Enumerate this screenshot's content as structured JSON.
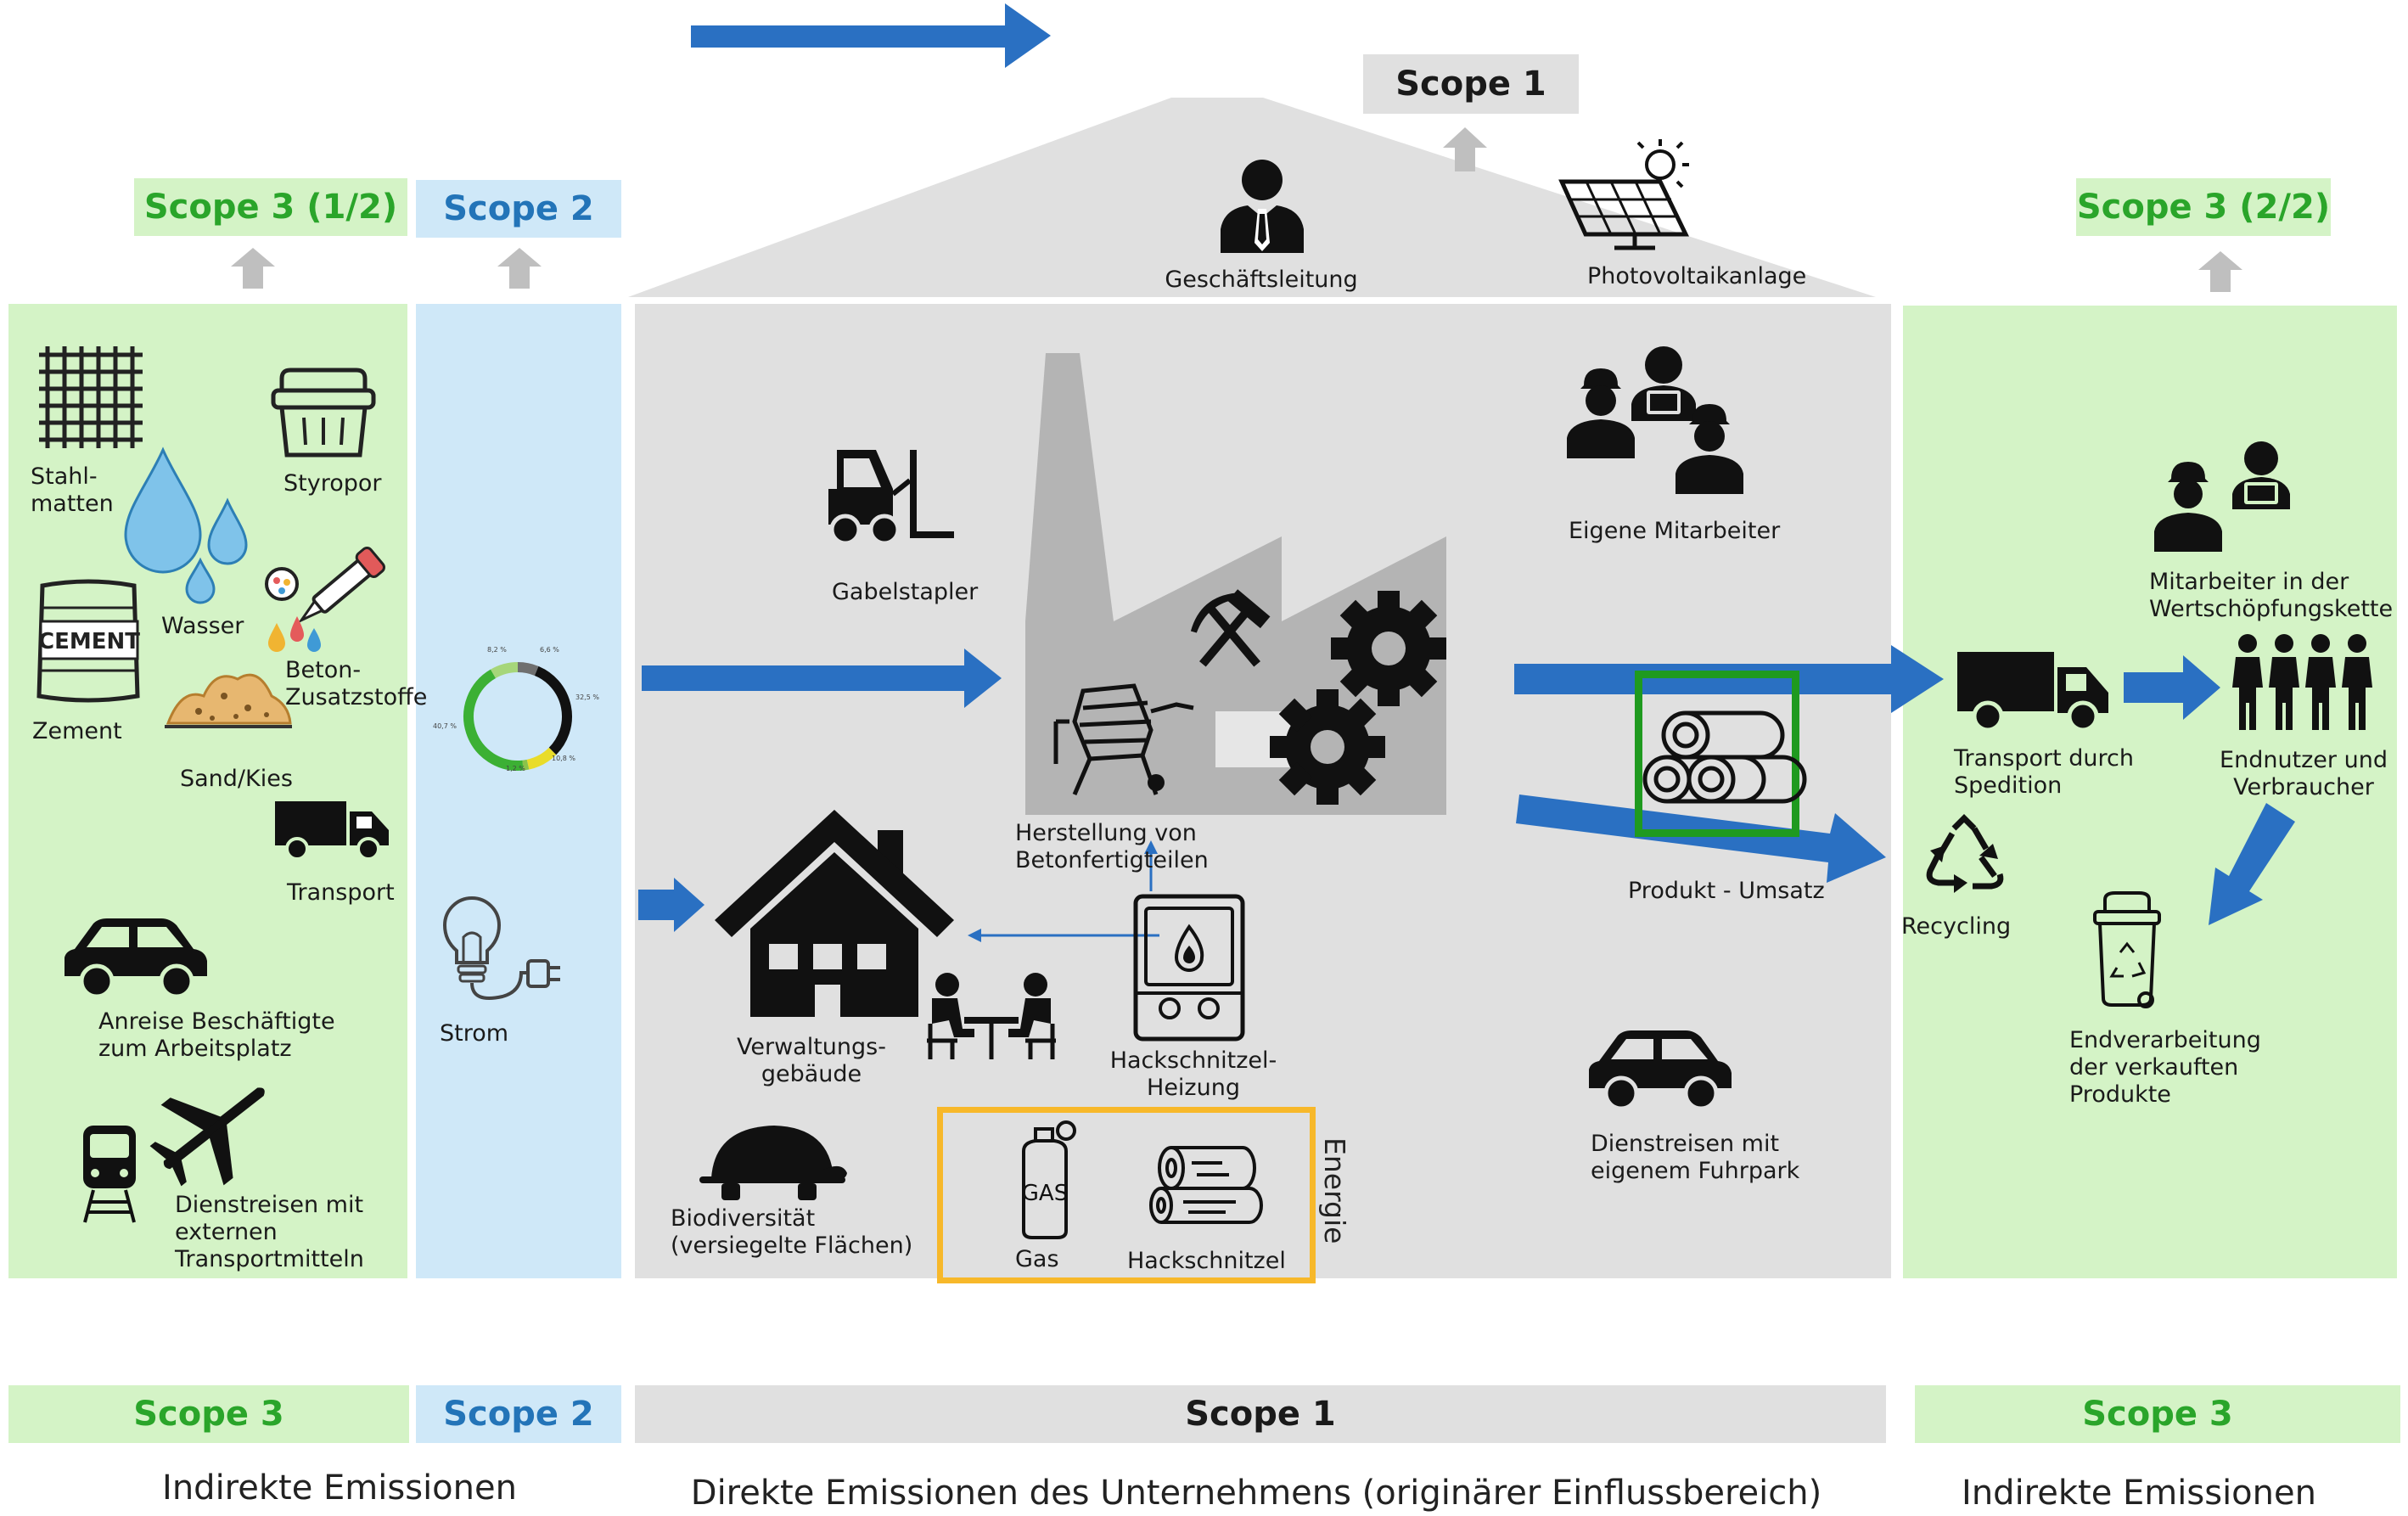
{
  "top_scopes": {
    "scope3_left": "Scope 3 (1/2)",
    "scope2": "Scope 2",
    "scope1": "Scope 1",
    "scope3_right": "Scope 3 (2/2)"
  },
  "roof": {
    "management": "Geschäftsleitung",
    "photovoltaic": "Photovoltaikanlage"
  },
  "scope3_left_items": {
    "steel_mats": "Stahl-\nmatten",
    "styrofoam": "Styropor",
    "water": "Wasser",
    "cement_bag_text": "CEMENT",
    "cement": "Zement",
    "additives": "Beton-\nZusatzstoffe",
    "sand": "Sand/Kies",
    "transport": "Transport",
    "commute": "Anreise Beschäftigte\nzum Arbeitsplatz",
    "business_travel_external": "Dienstreisen mit\nexternen\nTransportmitteln"
  },
  "scope2_items": {
    "donut_labels": [
      "8,2 %",
      "6,6 %",
      "32,5 %",
      "10,8 %",
      "1,2 %",
      "40,7 %"
    ],
    "power": "Strom"
  },
  "scope1_items": {
    "forklift": "Gabelstapler",
    "production": "Herstellung von Betonfertigteilen",
    "employees": "Eigene Mitarbeiter",
    "product_sales": "Produkt - Umsatz",
    "admin_building": "Verwaltungs-\ngebäude",
    "woodchip_heating": "Hackschnitzel-\nHeizung",
    "biodiversity": "Biodiversität\n(versiegelte Flächen)",
    "gas_can_text": "GAS",
    "gas": "Gas",
    "woodchips": "Hackschnitzel",
    "energy": "Energie",
    "business_travel_own": "Dienstreisen mit\neigenem Fuhrpark"
  },
  "scope3_right_items": {
    "value_chain_employees": "Mitarbeiter in der\nWertschöpfungskette",
    "shipping": "Transport durch\nSpedition",
    "end_users": "Endnutzer und\nVerbraucher",
    "recycling": "Recycling",
    "end_processing": "Endverarbeitung\nder verkauften\nProdukte"
  },
  "bottom_scopes": {
    "left": "Scope 3",
    "mid_left": "Scope 2",
    "center": "Scope 1",
    "right": "Scope 3"
  },
  "captions": {
    "left": "Indirekte Emissionen",
    "center": "Direkte Emissionen des Unternehmens (originärer Einflussbereich)",
    "right": "Indirekte Emissionen"
  },
  "colors": {
    "arrow_blue": "#2a70c2",
    "scope3_bg": "#d4f3c6",
    "scope2_bg": "#cfe8f8",
    "scope1_bg": "#e0e0e0",
    "energy_box": "#f7b82a",
    "product_box": "#1f9a1f"
  }
}
